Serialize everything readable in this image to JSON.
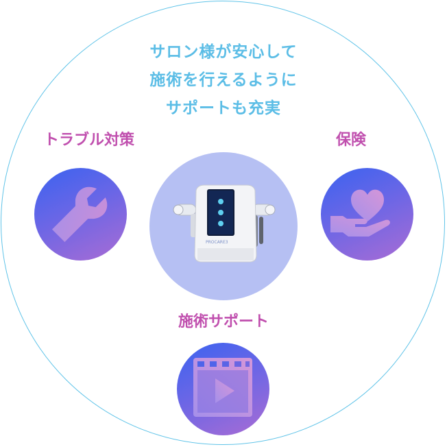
{
  "headline": {
    "line1": "サロン様が安心して",
    "line2": "施術を行えるように",
    "line3": "サポートも充実"
  },
  "features": {
    "trouble": {
      "label": "トラブル対策",
      "icon": "wrench-icon"
    },
    "insurance": {
      "label": "保険",
      "icon": "heart-hand-icon"
    },
    "support": {
      "label": "施術サポート",
      "icon": "video-play-icon"
    }
  },
  "device": {
    "brand": "PROCARE3"
  },
  "colors": {
    "ring": "#5fc3e8",
    "headline": "#5bbde6",
    "label": "#c04fae",
    "gradient_start": "#3a63f0",
    "gradient_end": "#a96cd4",
    "device_bg": "#b6c0f3"
  }
}
